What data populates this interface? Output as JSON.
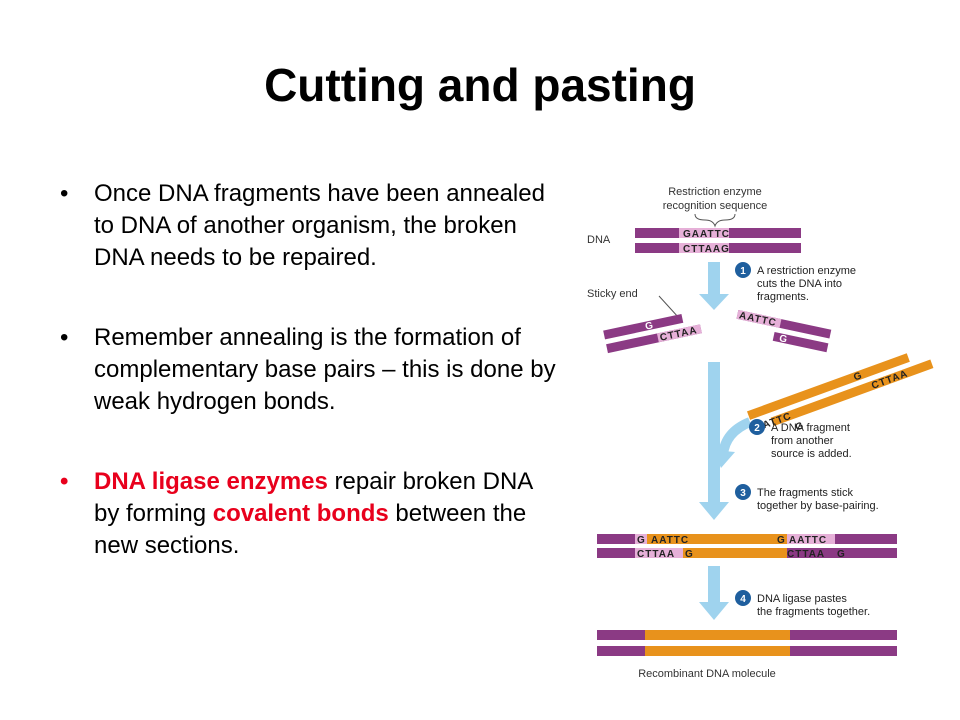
{
  "title": "Cutting and pasting",
  "bullets": [
    {
      "text": "Once DNA fragments have been annealed to DNA of another organism, the broken DNA needs to be repaired."
    },
    {
      "text": "Remember annealing is the formation of complementary base pairs – this is done by weak hydrogen bonds."
    },
    {
      "part1": "DNA ligase enzymes",
      "part2": " repair broken DNA by forming ",
      "part3": "covalent bonds",
      "part4": " between the new sections."
    }
  ],
  "diagram": {
    "label_recognition_1": "Restriction enzyme",
    "label_recognition_2": "recognition sequence",
    "label_dna": "DNA",
    "label_sticky_end": "Sticky end",
    "label_recombinant": "Recombinant DNA molecule",
    "steps": [
      {
        "number": "1",
        "lines": [
          "A restriction enzyme",
          "cuts the DNA into",
          "fragments."
        ]
      },
      {
        "number": "2",
        "lines": [
          "A DNA fragment",
          "from another",
          "source is added."
        ]
      },
      {
        "number": "3",
        "lines": [
          "The fragments stick",
          "together by base-pairing."
        ]
      },
      {
        "number": "4",
        "lines": [
          "DNA ligase pastes",
          "the fragments together."
        ]
      }
    ],
    "seq_top": "GAATTC",
    "seq_bottom": "CTTAAG",
    "frag_left_top": "G",
    "frag_left_bottom": "CTTAA",
    "frag_right_top": "AATTC",
    "frag_right_bottom": "G",
    "foreign_top_g": "G",
    "foreign_top": "CTTAA",
    "foreign_bottom": "AATTC",
    "foreign_bottom_g": "G",
    "joined_top_1": "G",
    "joined_top_2": "AATTC",
    "joined_top_3": "G",
    "joined_top_4": "AATTC",
    "joined_bottom_1": "CTTAA",
    "joined_bottom_2": "G",
    "joined_bottom_3": "CTTAA",
    "joined_bottom_4": "G",
    "colors": {
      "purple": "#8b3a84",
      "orange": "#e8921c",
      "arrow_blue": "#9fd3ee",
      "step_blue": "#1f5f9e",
      "highlight": "#e6b0d8"
    }
  }
}
